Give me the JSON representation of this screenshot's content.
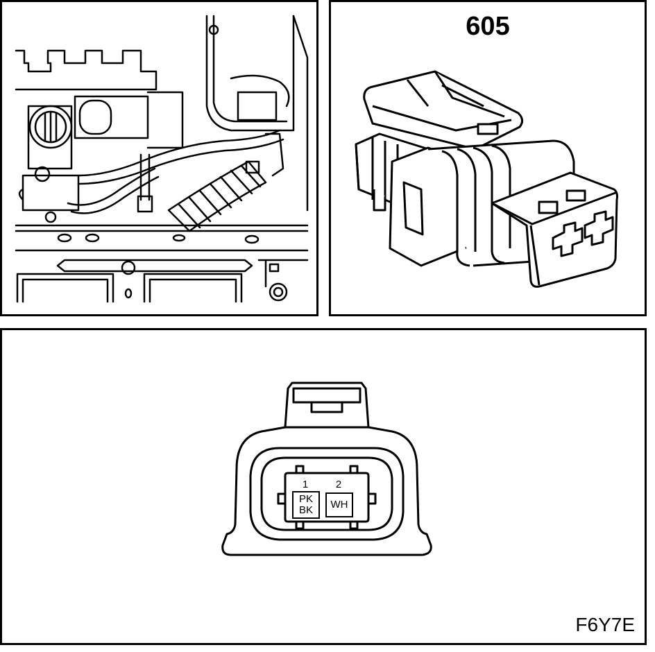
{
  "connector": {
    "number": "605",
    "pins": [
      {
        "number": "1",
        "wire_colors": [
          "PK",
          "BK"
        ]
      },
      {
        "number": "2",
        "wire_colors": [
          "WH"
        ]
      }
    ]
  },
  "figure_code": "F6Y7E"
}
